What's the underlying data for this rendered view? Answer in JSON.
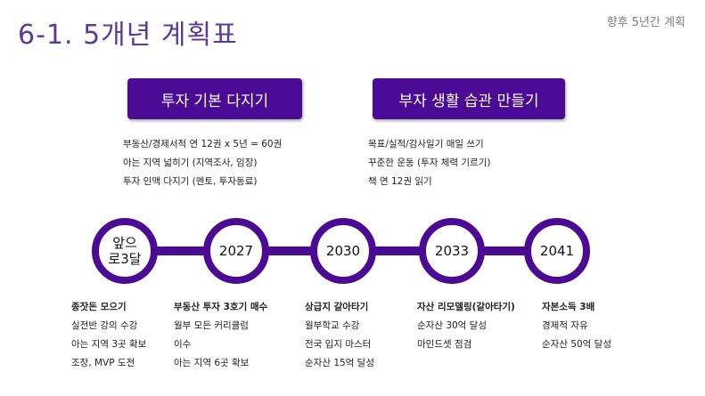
{
  "header": {
    "title": "6-1. 5개년 계획표",
    "subtitle": "향후 5년간 계획"
  },
  "goals": [
    {
      "label": "투자 기본 다지기",
      "bullets": [
        "부동산/경제서적 연 12권 x 5년 = 60권",
        "아는 지역 넓히기 (지역조사, 임장)",
        "투자 인맥 다지기 (멘토, 투자동료)"
      ]
    },
    {
      "label": "부자 생활 습관 만들기",
      "bullets": [
        "목표/실적/감사일기 매일 쓰기",
        "꾸준한 운동 (투자 체력 기르기)",
        "책 연 12권 읽기"
      ]
    }
  ],
  "timeline": [
    {
      "label_line1": "앞으",
      "label_line2": "로3달",
      "head": "종잣돈 모으기",
      "items": [
        "실전반 강의 수강",
        "아는 지역 3곳 확보",
        "조장, MVP 도전"
      ]
    },
    {
      "label": "2027",
      "head": "부동산 투자 3호기 매수",
      "items": [
        "월부 모든 커리큘럼",
        "이수",
        "아는 지역 6곳 확보"
      ]
    },
    {
      "label": "2030",
      "head": "상급지 갈아타기",
      "items": [
        "월부학교 수강",
        "전국 입지 마스터",
        "순자산 15억 달성"
      ]
    },
    {
      "label": "2033",
      "head": "자산 리모델링(갈아타기)",
      "items": [
        "순자산 30억 달성",
        "마인드셋 점검"
      ]
    },
    {
      "label": "2041",
      "head": "자본소득 3배",
      "items": [
        "경제적 자유",
        "순자산  50억 달성"
      ]
    }
  ],
  "colors": {
    "accent": "#4b0a93",
    "title": "#5b3a99"
  }
}
